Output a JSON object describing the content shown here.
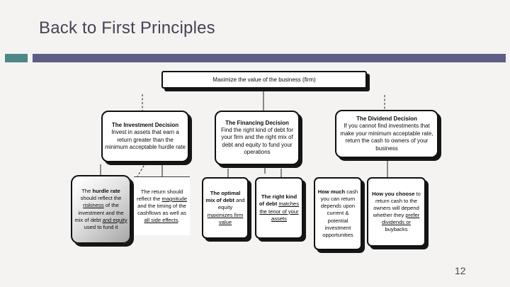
{
  "slide": {
    "title": "Back to First Principles",
    "page_number": "12",
    "colors": {
      "background": "#f4f3f1",
      "title_text": "#474254",
      "accent_teal": "#4d8786",
      "accent_purple": "#5e5d85",
      "box_border": "#101010",
      "box_shadow": "#161616",
      "connector": "#1d1d1d",
      "gradient_box_gray": "#a6a6a6"
    }
  },
  "flowchart": {
    "root": {
      "segments": [
        {
          "text": "Maximize the value of the business (firm)"
        }
      ]
    },
    "investment_decision": {
      "segments": [
        {
          "text": "The Investment Decision",
          "bold": true,
          "block": true
        },
        {
          "text": "Invest in assets that earn a return greater than the minimum acceptable hurdle rate"
        }
      ]
    },
    "financing_decision": {
      "segments": [
        {
          "text": "The Financing Decision",
          "bold": true,
          "block": true
        },
        {
          "text": "Find the right kind of debt for your firm and the right mix of debt and equity to fund your operations"
        }
      ]
    },
    "dividend_decision": {
      "segments": [
        {
          "text": "The Dividend Decision",
          "bold": true,
          "block": true
        },
        {
          "text": "If you cannot find investments that make your minimum acceptable rate, return the cash to owners of your business"
        }
      ]
    },
    "hurdle_rate": {
      "segments": [
        {
          "text": "The "
        },
        {
          "text": "hurdle rate",
          "bold": true
        },
        {
          "text": " should reflect the "
        },
        {
          "text": "riskiness",
          "underline": true
        },
        {
          "text": " of the investment and the mix of debt "
        },
        {
          "text": "and equity",
          "underline": true
        },
        {
          "text": " used to fund it"
        }
      ]
    },
    "return_box": {
      "segments": [
        {
          "text": "The return should reflect the "
        },
        {
          "text": "magnitude",
          "underline": true
        },
        {
          "text": " and the timing of the cashflows as well as "
        },
        {
          "text": "all side effects",
          "underline": true
        },
        {
          "text": "."
        }
      ]
    },
    "optimal_mix": {
      "segments": [
        {
          "text": "The optimal mix of debt",
          "bold": true
        },
        {
          "text": " and equity "
        },
        {
          "text": "maximizes firm value",
          "underline": true
        }
      ]
    },
    "right_kind_debt": {
      "segments": [
        {
          "text": "The right kind of debt",
          "bold": true
        },
        {
          "text": " "
        },
        {
          "text": "matches the tenor of your assets",
          "underline": true
        }
      ]
    },
    "how_much_cash": {
      "segments": [
        {
          "text": "How much",
          "bold": true
        },
        {
          "text": " cash you can return depends upon current & potential investment opportunities"
        }
      ]
    },
    "how_you_choose": {
      "segments": [
        {
          "text": "How you choose",
          "bold": true
        },
        {
          "text": " to return cash to the owners will depend whether they "
        },
        {
          "text": "prefer dividends or",
          "underline": true
        },
        {
          "text": " buybacks"
        }
      ]
    }
  }
}
